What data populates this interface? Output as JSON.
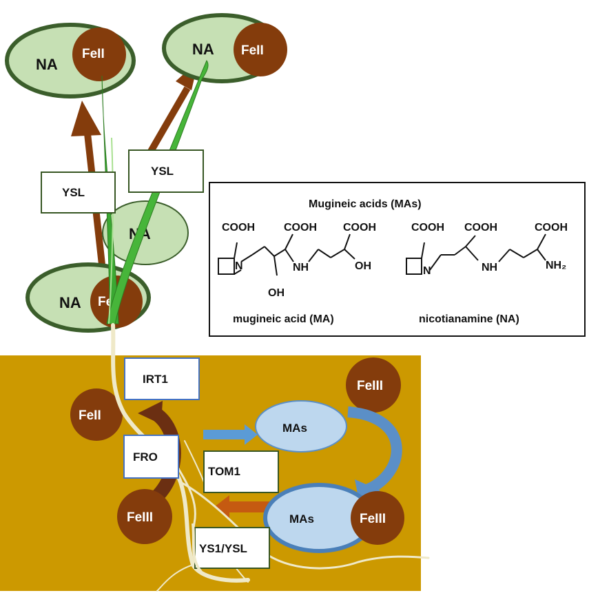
{
  "labels": {
    "na_top_left": "NA",
    "fe2_top_left": "FeII",
    "na_top_right": "NA",
    "fe2_top_right": "FeII",
    "ysl_left": "YSL",
    "ysl_right": "YSL",
    "na_middle": "NA",
    "na_bottom": "NA",
    "fe2_bottom": "FeII",
    "irt1": "IRT1",
    "fe2_soil": "FeII",
    "fro": "FRO",
    "fe3_lower_left": "FeIII",
    "fe3_top_right": "FeIII",
    "mas_upper": "MAs",
    "tom1": "TOM1",
    "mas_lower": "MAs",
    "fe3_lower_right": "FeIII",
    "ys1_ysl": "YS1/YSL"
  },
  "chem_panel": {
    "title": "Mugineic acids (MAs)",
    "ma_name": "mugineic acid (MA)",
    "na_name": "nicotianamine (NA)",
    "cooh": "COOH",
    "n": "N",
    "nh": "NH",
    "oh": "OH",
    "nh2": "NH₂"
  },
  "colors": {
    "soil": "#cc9900",
    "green_fill": "#c6e0b4",
    "green_border": "#3b5e2b",
    "iron": "#843c0c",
    "ma_fill": "#bdd7ee",
    "ma_border": "#5b8fc7",
    "box_border_green": "#375623",
    "box_border_blue": "#4472c4"
  }
}
